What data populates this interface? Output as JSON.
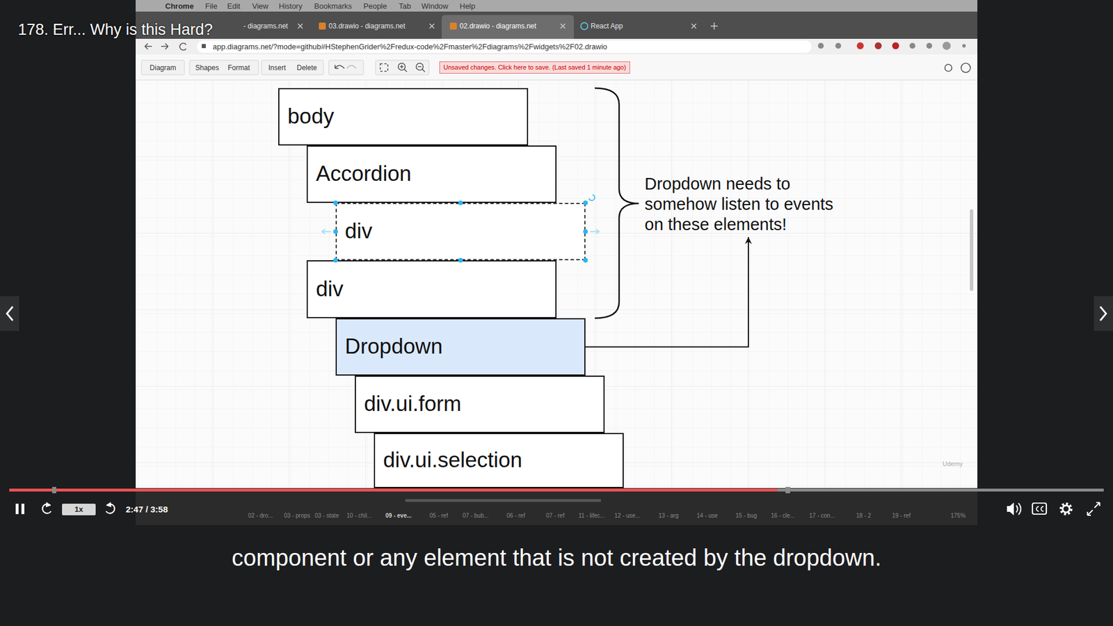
{
  "diagram": {
    "title": "178. Err... Why is this Hard?",
    "caption": "component or any element that is not created by the dropdown.",
    "nodes": [
      {
        "text": [
          "body"
        ]
      },
      {
        "text": [
          "Accordion"
        ]
      },
      {
        "text": [
          "div"
        ]
      },
      {
        "text": [
          "div"
        ]
      },
      {
        "text": [
          "Dropdown"
        ]
      },
      {
        "text": [
          "div.ui.form"
        ]
      },
      {
        "text": [
          "div.ui.selection"
        ]
      },
      {
        "text": [
          "Dropdown needs to somehow listen to events on these elements!"
        ]
      }
    ],
    "edges": [
      {
        "from": 4,
        "to": 7,
        "arrow": "to"
      }
    ],
    "labels": [
      "Chrome",
      "File",
      "Edit",
      "View",
      "History",
      "Bookmarks",
      "People",
      "Tab",
      "Window",
      "Help",
      "- diagrams.net",
      "03.drawio - diagrams.net",
      "02.drawio - diagrams.net",
      "React App",
      "app.diagrams.net/?mode=github#HStephenGrider%2Fredux-code%2Fmaster%2Fdiagrams%2Fwidgets%2F02.drawio",
      "Diagram",
      "Shapes",
      "Format",
      "Insert",
      "Delete",
      "Unsaved changes. Click here to save. (Last saved 1 minute ago)",
      "02 - dro...",
      "03 - props",
      "03 - state",
      "10 - chil...",
      "09 - eve...",
      "05 - ref",
      "07 - bub...",
      "06 - ref",
      "07 - ref",
      "11 - lifec...",
      "12 - use...",
      "13 - arg",
      "14 - use",
      "15 - bug",
      "16 - cle...",
      "17 - con...",
      "18 - 2",
      "19 - ref",
      "175%",
      "1x",
      "2:47 / 3:58",
      "Udemy"
    ]
  }
}
